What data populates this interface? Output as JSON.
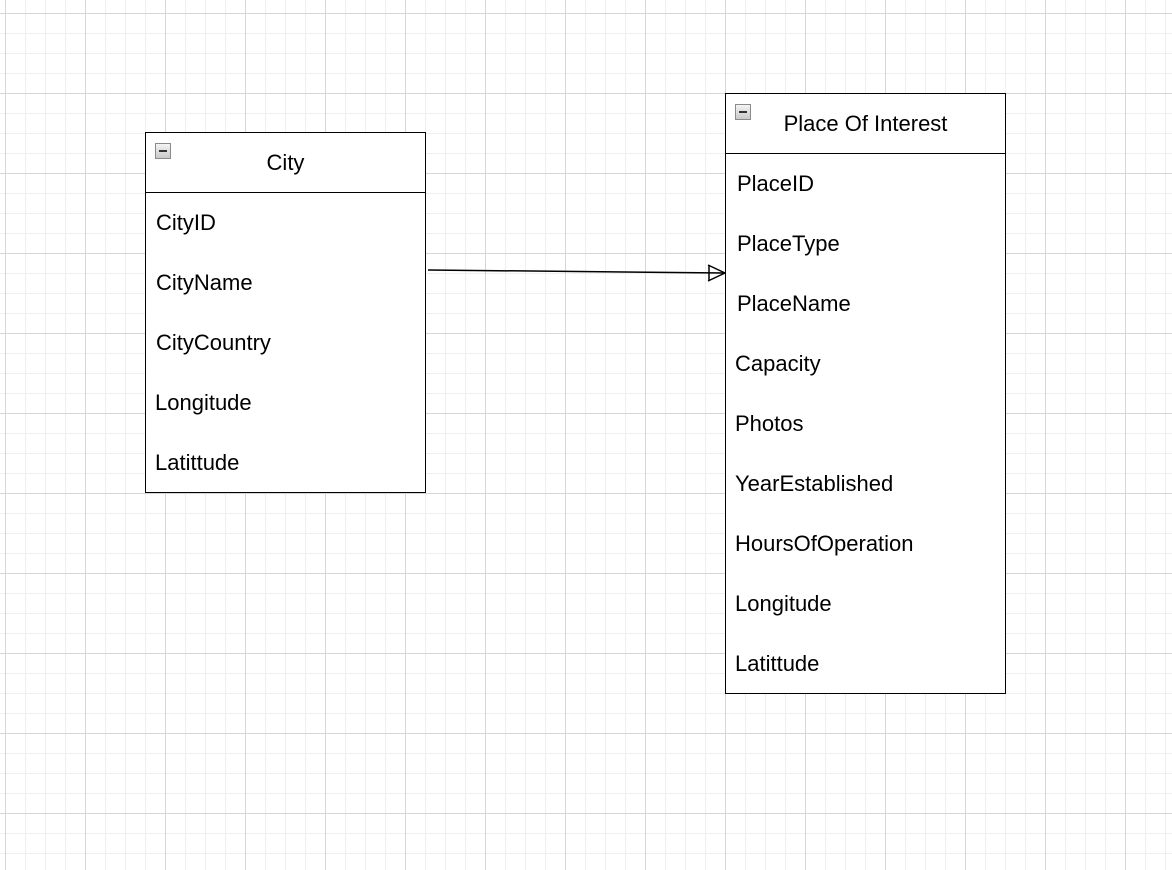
{
  "city": {
    "title": "City",
    "attributes": [
      "CityID",
      "CityName",
      "CityCountry",
      "Longitude",
      "Latittude"
    ]
  },
  "place": {
    "title": "Place Of Interest",
    "attributes": [
      "PlaceID",
      "PlaceType",
      "PlaceName",
      "Capacity",
      "Photos",
      "YearEstablished",
      "HoursOfOperation",
      "Longitude",
      "Latittude"
    ]
  },
  "relationship": {
    "from": "City",
    "to": "Place Of Interest",
    "cardinality": "one-to-many"
  },
  "colors": {
    "stroke": "#000000",
    "background": "#ffffff",
    "grid_major": "#d6d6d6",
    "grid_minor": "#efefef"
  },
  "icons": [
    "collapse-icon"
  ]
}
